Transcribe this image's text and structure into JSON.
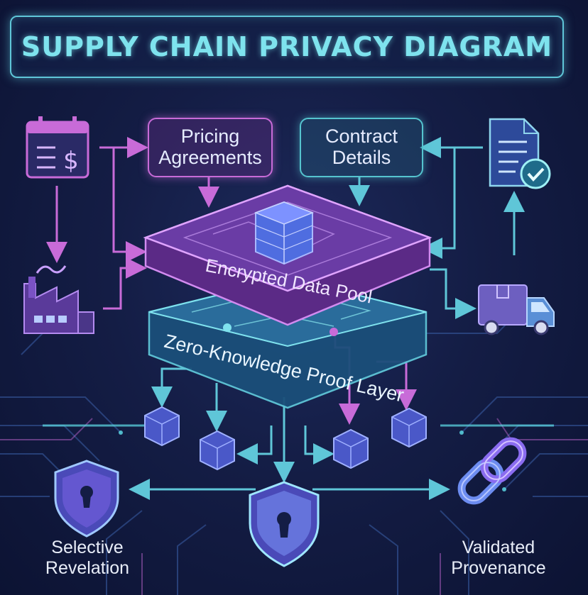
{
  "title": "SUPPLY CHAIN PRIVACY DIAGRAM",
  "inputs": {
    "pricing": {
      "line1": "Pricing",
      "line2": "Agreements"
    },
    "contract": {
      "line1": "Contract",
      "line2": "Details"
    }
  },
  "layers": {
    "pool": "Encrypted Data Pool",
    "zkp": "Zero-Knowledge Proof Layer"
  },
  "outputs": {
    "selective": {
      "line1": "Selective",
      "line2": "Revelation"
    },
    "provenance": {
      "line1": "Validated",
      "line2": "Provenance"
    }
  },
  "icons": [
    "calendar-invoice-icon",
    "factory-icon",
    "document-check-icon",
    "delivery-truck-icon",
    "shield-lock-icon",
    "chain-link-icon",
    "cube-icon",
    "server-stack-icon"
  ],
  "colors": {
    "cyan": "#5fc6d8",
    "magenta": "#c86bd8",
    "background": "#141d45"
  }
}
